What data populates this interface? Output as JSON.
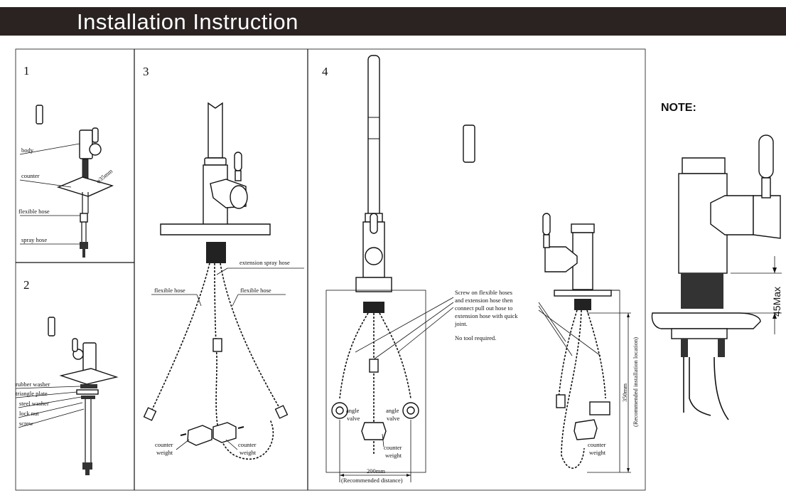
{
  "header": {
    "title": "Installation Instruction"
  },
  "panels": {
    "p1": {
      "number": "1",
      "labels": {
        "body": "body",
        "counter": "counter",
        "hole": "φ35mm",
        "flexible_hose": "flexible hose",
        "spray_hose": "spray hose"
      }
    },
    "p2": {
      "number": "2",
      "labels": {
        "rubber_washer": "rubber washer",
        "triangle_plate": "triangle plate",
        "steel_washer": "steel washer",
        "lock_nut": "lock nut",
        "screw": "screw"
      }
    },
    "p3": {
      "number": "3",
      "labels": {
        "extension_spray_hose": "extension spray hose",
        "flexible_hose_left": "flexible hose",
        "flexible_hose_right": "flexible hose",
        "counter_weight_left_1": "counter",
        "counter_weight_left_2": "weight",
        "counter_weight_right_1": "counter",
        "counter_weight_right_2": "weight"
      }
    },
    "p4": {
      "number": "4",
      "instruction_lines": [
        "Screw on flexible hoses",
        "and extension hose then",
        "connect pull out hose to",
        "extension hose with quick",
        "joint."
      ],
      "no_tool": "No tool required.",
      "angle_valve_left_1": "angle",
      "angle_valve_left_2": "valve",
      "angle_valve_right_1": "angle",
      "angle_valve_right_2": "valve",
      "counter_weight_center_1": "counter",
      "counter_weight_center_2": "weight",
      "counter_weight_right_1": "counter",
      "counter_weight_right_2": "weight",
      "dim_200": "200mm",
      "dim_200_note": "(Recommended distance)",
      "dim_350": "350mm",
      "dim_350_note": "(Recommended installation location)"
    }
  },
  "note": {
    "title": "NOTE:",
    "dimension": "45Max"
  }
}
